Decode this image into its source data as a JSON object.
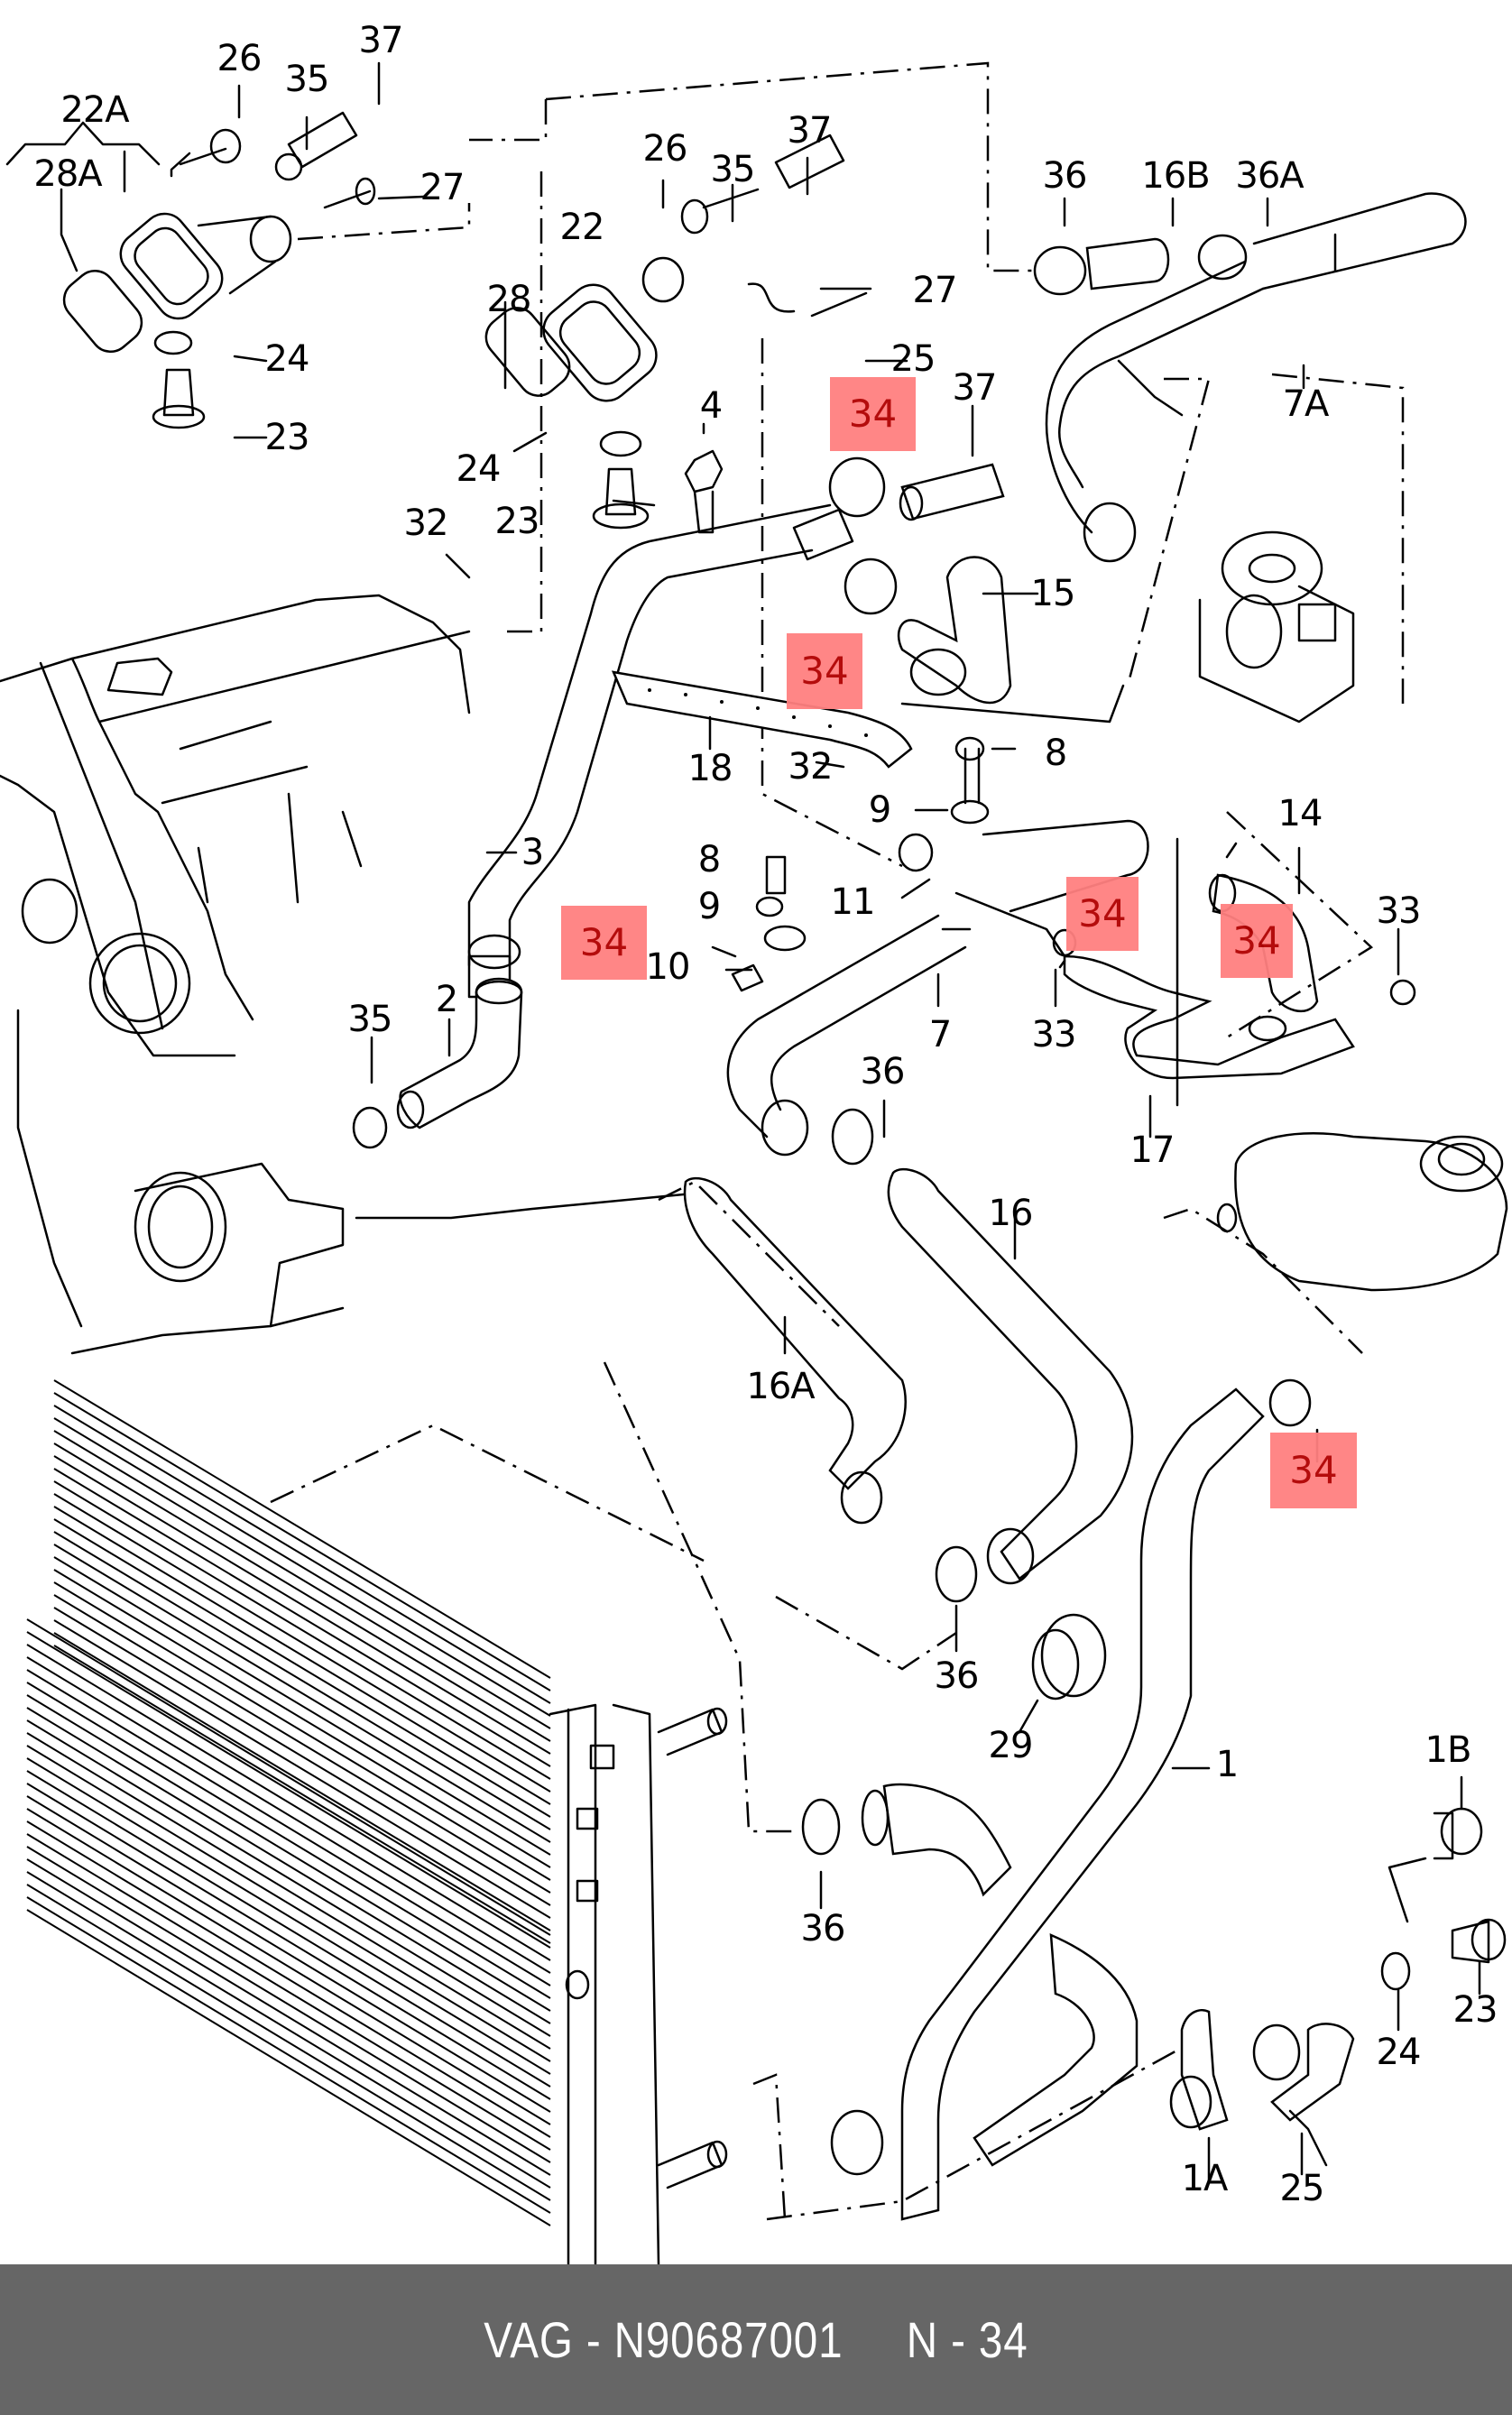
{
  "diagram": {
    "title": "Cooling system hoses and connections exploded parts diagram",
    "highlight_color": "#ff8080",
    "highlight_text_color": "#b00000",
    "labels": [
      {
        "id": "22A",
        "text": "22A"
      },
      {
        "id": "28A",
        "text": "28A"
      },
      {
        "id": "26a",
        "text": "26"
      },
      {
        "id": "35a",
        "text": "35"
      },
      {
        "id": "37a",
        "text": "37"
      },
      {
        "id": "27a",
        "text": "27"
      },
      {
        "id": "24a",
        "text": "24"
      },
      {
        "id": "23a",
        "text": "23"
      },
      {
        "id": "26b",
        "text": "26"
      },
      {
        "id": "35b",
        "text": "35"
      },
      {
        "id": "37b",
        "text": "37"
      },
      {
        "id": "22",
        "text": "22"
      },
      {
        "id": "27b",
        "text": "27"
      },
      {
        "id": "28",
        "text": "28"
      },
      {
        "id": "25a",
        "text": "25"
      },
      {
        "id": "37c",
        "text": "37"
      },
      {
        "id": "4",
        "text": "4"
      },
      {
        "id": "24b",
        "text": "24"
      },
      {
        "id": "23b",
        "text": "23"
      },
      {
        "id": "36a",
        "text": "36"
      },
      {
        "id": "16B",
        "text": "16B"
      },
      {
        "id": "36A",
        "text": "36A"
      },
      {
        "id": "7A",
        "text": "7A"
      },
      {
        "id": "15",
        "text": "15"
      },
      {
        "id": "32a",
        "text": "32"
      },
      {
        "id": "18",
        "text": "18"
      },
      {
        "id": "32b",
        "text": "32"
      },
      {
        "id": "8a",
        "text": "8"
      },
      {
        "id": "9a",
        "text": "9"
      },
      {
        "id": "3",
        "text": "3"
      },
      {
        "id": "11",
        "text": "11"
      },
      {
        "id": "14",
        "text": "14"
      },
      {
        "id": "8b",
        "text": "8"
      },
      {
        "id": "9b",
        "text": "9"
      },
      {
        "id": "33a",
        "text": "33"
      },
      {
        "id": "10",
        "text": "10"
      },
      {
        "id": "35c",
        "text": "35"
      },
      {
        "id": "2",
        "text": "2"
      },
      {
        "id": "7",
        "text": "7"
      },
      {
        "id": "33b",
        "text": "33"
      },
      {
        "id": "36b",
        "text": "36"
      },
      {
        "id": "17",
        "text": "17"
      },
      {
        "id": "16",
        "text": "16"
      },
      {
        "id": "16A",
        "text": "16A"
      },
      {
        "id": "36c",
        "text": "36"
      },
      {
        "id": "29",
        "text": "29"
      },
      {
        "id": "1",
        "text": "1"
      },
      {
        "id": "1B",
        "text": "1B"
      },
      {
        "id": "36d",
        "text": "36"
      },
      {
        "id": "23c",
        "text": "23"
      },
      {
        "id": "24c",
        "text": "24"
      },
      {
        "id": "1A",
        "text": "1A"
      },
      {
        "id": "25b",
        "text": "25"
      }
    ],
    "highlighted_callouts": [
      {
        "text": "34"
      },
      {
        "text": "34"
      },
      {
        "text": "34"
      },
      {
        "text": "34"
      },
      {
        "text": "34"
      },
      {
        "text": "34"
      }
    ]
  },
  "footer": {
    "text": "VAG - N90687001     N - 34",
    "brand": "VAG",
    "part_number": "N90687001",
    "position_label": "N - 34"
  }
}
